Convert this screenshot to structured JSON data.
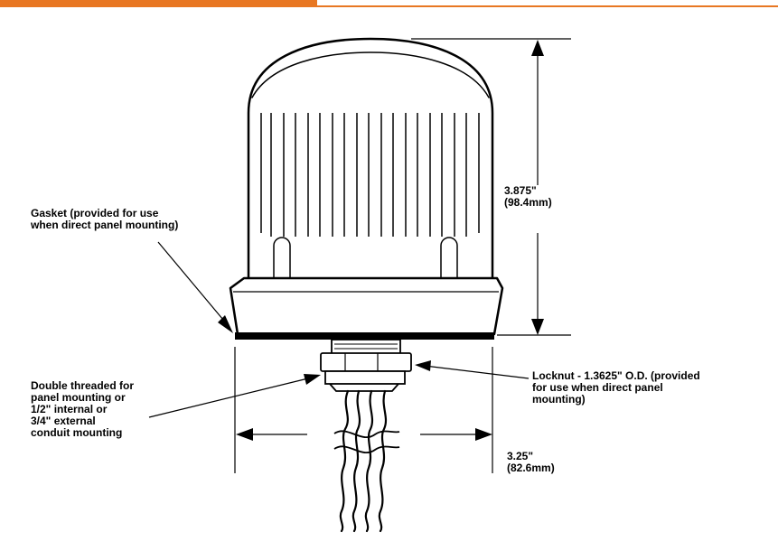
{
  "colors": {
    "accent": "#E87722",
    "ink": "#000000"
  },
  "labels": {
    "gasket": "Gasket (provided for use\nwhen direct panel mounting)",
    "thread": "Double threaded for\npanel mounting or\n1/2\" internal or\n3/4\" external\nconduit mounting",
    "locknut": "Locknut - 1.3625\" O.D. (provided\nfor use when direct panel\nmounting)"
  },
  "dimensions": {
    "height": "3.875\"\n(98.4mm)",
    "width": "3.25\"\n(82.6mm)"
  }
}
